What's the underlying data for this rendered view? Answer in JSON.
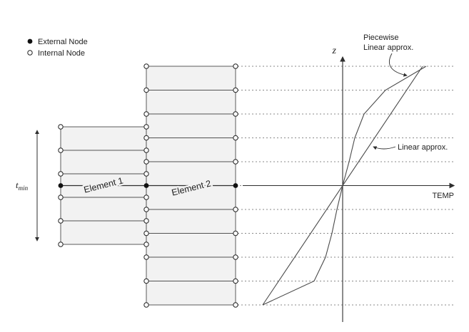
{
  "legend": {
    "external_label": "External Node",
    "internal_label": "Internal Node"
  },
  "elements": {
    "element1": {
      "label": "Element 1",
      "layers": 5
    },
    "element2": {
      "label": "Element 2",
      "layers": 10
    }
  },
  "dimension": {
    "symbol": "t",
    "subscript": "min"
  },
  "graph": {
    "y_axis_label": "z",
    "x_axis_label": "TEMP",
    "annotations": {
      "piecewise_line1": "Piecewise",
      "piecewise_line2": "Linear approx.",
      "linear": "Linear approx."
    }
  },
  "colors": {
    "background": "#ffffff",
    "layer_fill": "#f2f2f2",
    "line": "#4a4a4a",
    "dark": "#1c1c1c",
    "dotted": "#8a8a8a"
  }
}
